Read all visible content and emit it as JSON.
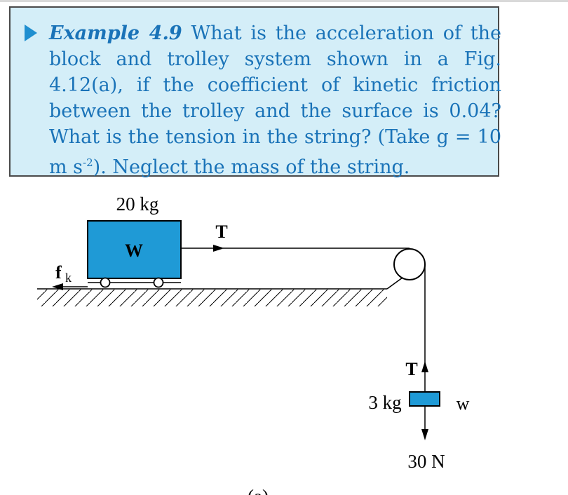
{
  "example": {
    "label": "Example 4.9",
    "text_1": "What is the acceleration of the block and trolley system shown in a Fig. 4.12(a), if the coefficient of kinetic friction between the trolley and the surface is 0.04? What is the tension in the string? (Take g = 10 m s",
    "sup": "-2",
    "text_2": "). Neglect the mass of the string."
  },
  "figure": {
    "block_mass": "20 kg",
    "block_weight": "W",
    "tension_top": "T",
    "friction_f": "f",
    "friction_sub": "k",
    "tension_hanging": "T",
    "hanging_mass": "3 kg",
    "hanging_weight": "w",
    "weight_force": "30 N",
    "caption": "(a)"
  },
  "colors": {
    "box_bg": "#d4eef8",
    "text_blue": "#1a73b8",
    "arrow_blue": "#1f8fd0",
    "block_blue": "#1f9ad6"
  }
}
